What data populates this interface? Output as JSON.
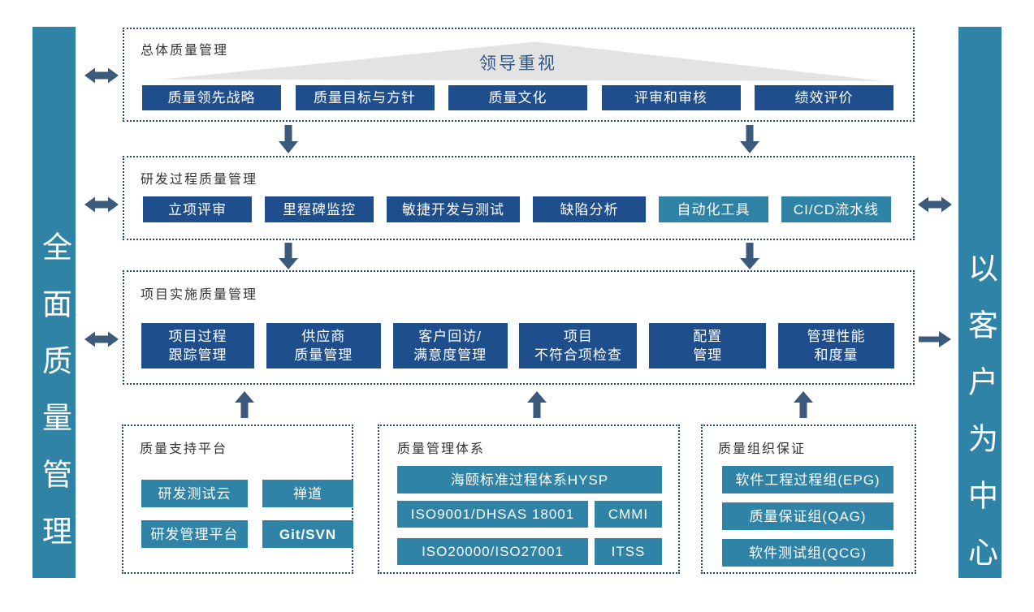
{
  "colors": {
    "teal": "#2E83A6",
    "dark-blue": "#1F4E8C",
    "border-navy": "#24456E",
    "arrow": "#3C5A7B",
    "banner-gray": "#E3E3E3",
    "banner-text": "#2F5788",
    "title-text": "#333333"
  },
  "side_bars": {
    "left": "全面质量管理",
    "right": "以客户为中心"
  },
  "overall": {
    "title": "总体质量管理",
    "banner": "领导重视",
    "items": [
      "质量领先战略",
      "质量目标与方针",
      "质量文化",
      "评审和审核",
      "绩效评价"
    ]
  },
  "rd_process": {
    "title": "研发过程质量管理",
    "items": [
      "立项评审",
      "里程碑监控",
      "敏捷开发与测试",
      "缺陷分析",
      "自动化工具",
      "CI/CD流水线"
    ]
  },
  "project_impl": {
    "title": "项目实施质量管理",
    "items": [
      "项目过程\n跟踪管理",
      "供应商\n质量管理",
      "客户回访/\n满意度管理",
      "项目\n不符合项检查",
      "配置\n管理",
      "管理性能\n和度量"
    ]
  },
  "support_platform": {
    "title": "质量支持平台",
    "items": [
      "研发测试云",
      "禅道",
      "研发管理平台",
      "Git/SVN"
    ]
  },
  "quality_system": {
    "title": "质量管理体系",
    "items": [
      "海颐标准过程体系HYSP",
      "ISO9001/DHSAS 18001",
      "CMMI",
      "ISO20000/ISO27001",
      "ITSS"
    ]
  },
  "quality_org": {
    "title": "质量组织保证",
    "items": [
      "软件工程过程组(EPG)",
      "质量保证组(QAG)",
      "软件测试组(QCG)"
    ]
  }
}
